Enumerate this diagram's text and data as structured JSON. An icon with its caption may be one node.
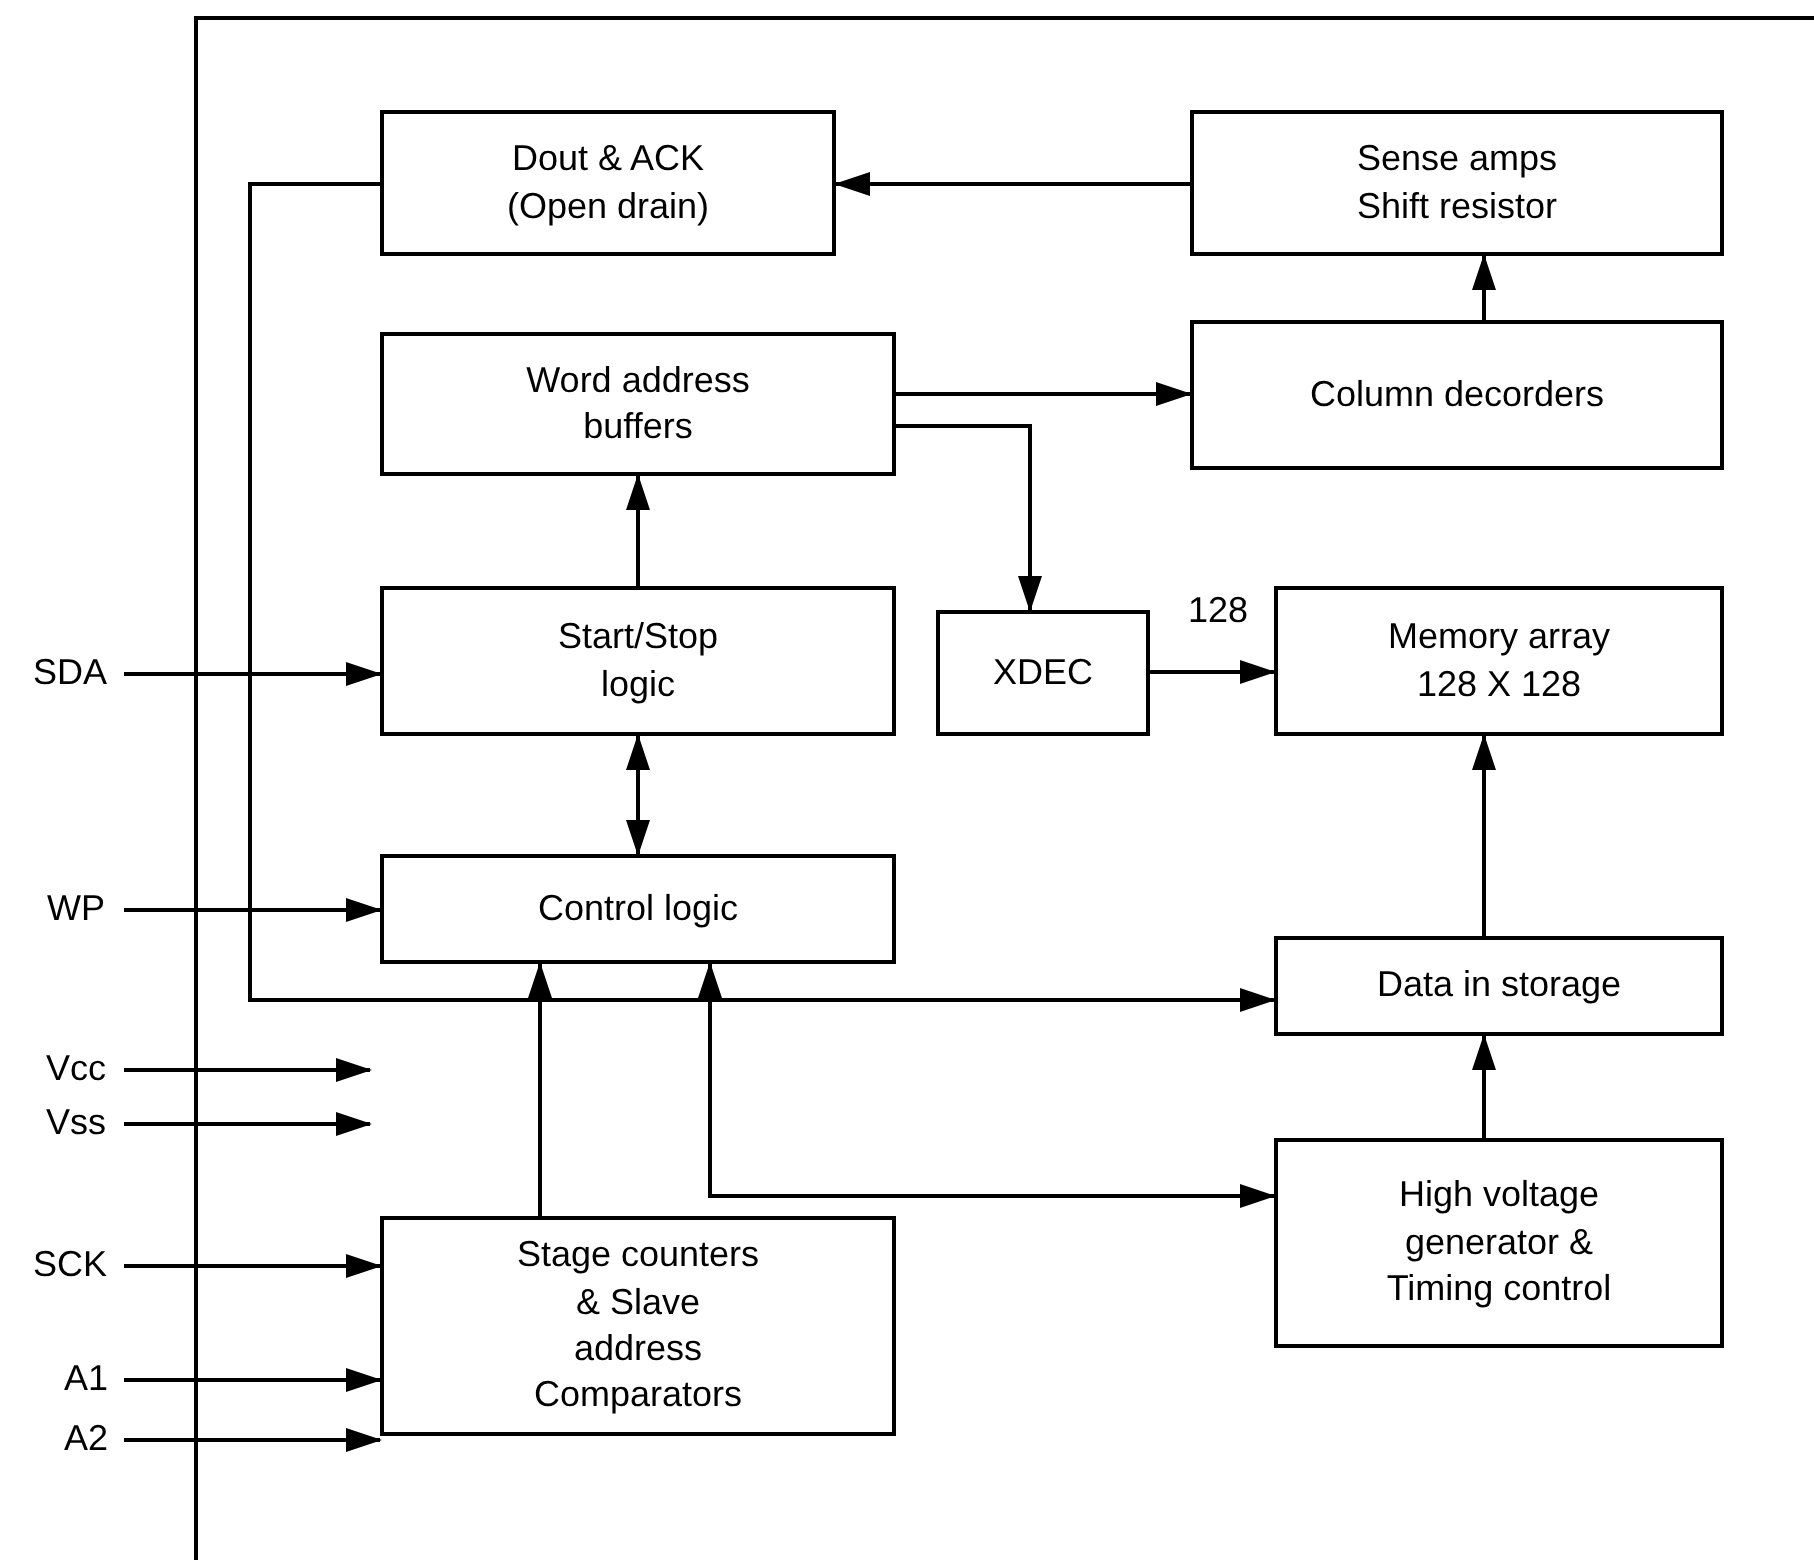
{
  "diagram": {
    "nodes": [
      {
        "text": [
          "Dout & ACK (Open drain)"
        ]
      },
      {
        "text": [
          "Sense amps Shift resistor"
        ]
      },
      {
        "text": [
          "Word address buffers"
        ]
      },
      {
        "text": [
          "Column decorders"
        ]
      },
      {
        "text": [
          "Start/Stop logic"
        ]
      },
      {
        "text": [
          "XDEC"
        ]
      },
      {
        "text": [
          "Memory array 128 X 128"
        ]
      },
      {
        "text": [
          "Control logic"
        ]
      },
      {
        "text": [
          "Data in storage"
        ]
      },
      {
        "text": [
          "High voltage generator & Timing control"
        ]
      },
      {
        "text": [
          "Stage counters & Slave address Comparators"
        ]
      },
      {
        "text": [
          "SDA"
        ]
      },
      {
        "text": [
          "WP"
        ]
      },
      {
        "text": [
          "Vcc"
        ]
      },
      {
        "text": [
          "Vss"
        ]
      },
      {
        "text": [
          "SCK"
        ]
      },
      {
        "text": [
          "A1"
        ]
      },
      {
        "text": [
          "A2"
        ]
      }
    ],
    "edges": [
      {
        "from": 11,
        "to": 4,
        "arrow": "to"
      },
      {
        "from": 12,
        "to": 7,
        "arrow": "to"
      },
      {
        "from": 13,
        "to": null,
        "arrow": "to"
      },
      {
        "from": 14,
        "to": null,
        "arrow": "to"
      },
      {
        "from": 15,
        "to": 10,
        "arrow": "to"
      },
      {
        "from": 16,
        "to": 10,
        "arrow": "to"
      },
      {
        "from": 17,
        "to": 10,
        "arrow": "to"
      },
      {
        "from": 1,
        "to": 0,
        "arrow": "to"
      },
      {
        "from": 3,
        "to": 1,
        "arrow": "to"
      },
      {
        "from": 2,
        "to": 3,
        "arrow": "to"
      },
      {
        "from": 2,
        "to": 5,
        "arrow": "to"
      },
      {
        "from": 4,
        "to": 2,
        "arrow": "to"
      },
      {
        "from": 4,
        "to": 7,
        "arrow": "both"
      },
      {
        "from": 5,
        "to": 6,
        "arrow": "to",
        "label": "128"
      },
      {
        "from": 8,
        "to": 6,
        "arrow": "to"
      },
      {
        "from": 9,
        "to": 8,
        "arrow": "to"
      },
      {
        "from": 10,
        "to": 7,
        "arrow": "to"
      },
      {
        "from": 7,
        "to": 9,
        "arrow": "both"
      },
      {
        "from": 0,
        "to": 8,
        "arrow": "to"
      }
    ]
  }
}
